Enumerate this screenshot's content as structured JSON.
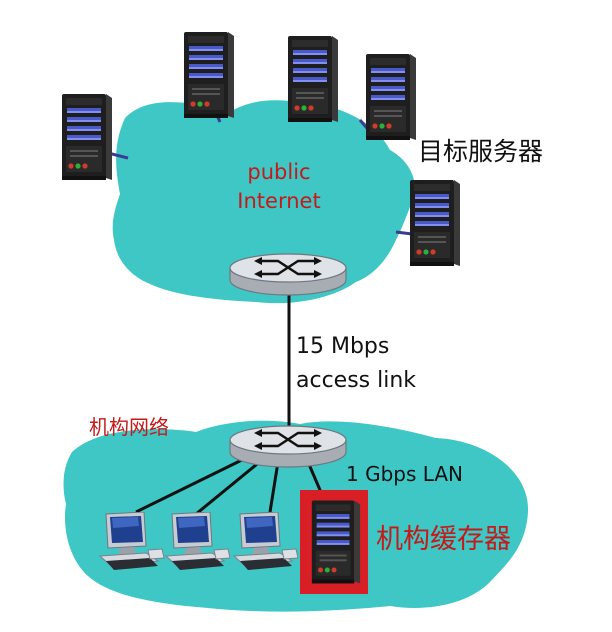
{
  "labels": {
    "public_internet": "public Internet",
    "target_servers": "目标服务器",
    "access_link_speed": "15 Mbps",
    "access_link_name": "access link",
    "institutional_network": "机构网络",
    "lan": "1 Gbps LAN",
    "institutional_cache": "机构缓存器"
  },
  "colors": {
    "cloud": "#3ec7c5",
    "link": "#3b3b8f",
    "cable": "#111111",
    "router": "#c9cdd1",
    "server_body": "#1e1e1e",
    "cache_highlight": "#d81f26",
    "red_text": "#c41a1a"
  },
  "icons": {
    "server": "server-icon",
    "router": "router-icon",
    "computer": "desktop-computer-icon"
  }
}
